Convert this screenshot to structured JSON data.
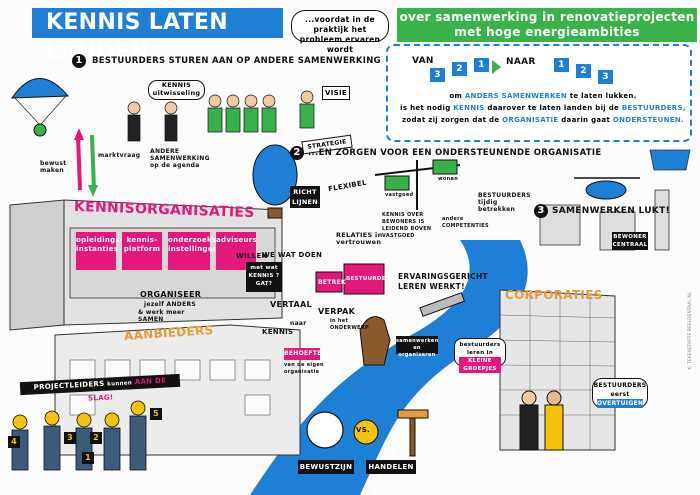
{
  "header": {
    "title": "KENNIS LATEN LANDEN",
    "note": "...voordat in de praktijk het probleem ervaren wordt",
    "subtitle_line1": "over samenwerking in renovatieprojecten",
    "subtitle_line2": "met hoge energieambities"
  },
  "section1": {
    "number": "1",
    "heading": "BESTUURDERS STUREN AAN OP ANDERE SAMENWERKING",
    "kennis_uitwisseling": "KENNIS uitwisseling",
    "andere_samenwerking": "ANDERE SAMENWERKING op de agenda",
    "visie": "VISIE",
    "strategie": "STRATEGIE",
    "bewust_maken": "bewust maken",
    "marktvraag": "marktvraag"
  },
  "van_naar": {
    "van_label": "VAN",
    "naar_label": "NAAR",
    "van_steps": [
      "3",
      "2",
      "1"
    ],
    "naar_steps": [
      "1",
      "2",
      "3"
    ],
    "line1_pre": "om",
    "line1_highlight": "ANDERS SAMENWERKEN",
    "line1_post": "te laten lukken.",
    "line2_pre": "is het nodig",
    "line2_highlight1": "KENNIS",
    "line2_mid": "daarover te laten landen bij de",
    "line2_highlight2": "BESTUURDERS,",
    "line3_pre": "zodat zij zorgen dat de",
    "line3_highlight1": "ORGANISATIE",
    "line3_mid": "daarin gaat",
    "line3_highlight2": "ONDERSTEUNEN."
  },
  "section2": {
    "number": "2",
    "heading": "...EN ZORGEN VOOR EEN ONDERSTEUNENDE ORGANISATIE",
    "richtlijnen": "RICHT LIJNEN",
    "flexibel": "FLEXIBEL",
    "relaties": "RELATIES in vertrouwen",
    "kennis_bewoners": "KENNIS OVER BEWONERS IS LEIDEND BOVEN VASTGOED",
    "vastgoed": "vastgoed",
    "wonen": "wonen",
    "andere_competenties": "andere COMPETENTIES",
    "bestuurders_betrekken": "BESTUURDERS tijdig betrekken"
  },
  "section3": {
    "number": "3",
    "heading": "SAMENWERKEN LUKT!",
    "bewoner_centraal": "BEWONER CENTRAAL"
  },
  "kennisorganisaties": {
    "title": "KENNISORGANISATIES",
    "cards": [
      "opleidings-instanties",
      "kennis-platform",
      "onderzoeks-instellingen",
      "adviseurs"
    ],
    "willen": "WILLEN",
    "we_wat_doen": "WE WAT DOEN",
    "wat_kennis": "met wat KENNIS ?GAT?",
    "organiseer": "ORGANISEER",
    "jezelf_anders": "jezelf ANDERS",
    "werk_meer_samen": "& werk meer SAMEN",
    "betrek": "BETREK",
    "bestuurders": "BESTUURDERS"
  },
  "center": {
    "vertaal": "VERTAAL",
    "kennis": "KENNIS",
    "naar": "naar",
    "behoeften": "BEHOEFTEN",
    "van_de_eigen": "van de eigen organisatie",
    "verpak": "VERPAK",
    "in_het_onderwerp": "in het ONDERWERP",
    "samenwerken_en_organiseren": "samenwerken en organiseren",
    "ervaringsgericht": "ERVARINGSGERICHT LEREN WERKT!",
    "bestuurders_leren": "bestuurders leren in",
    "kleine_groepjes": "KLEINE GROEPJES"
  },
  "bottom": {
    "aanbieders": "AANBIEDERS",
    "projectleiders_pre": "PROJECTLEIDERS",
    "projectleiders_mid": "kunnen",
    "projectleiders_highlight": "AAN DE SLAG!",
    "corporaties": "CORPORATIES",
    "bestuurders_eerst": "BESTUURDERS eerst",
    "overtuigen": "OVERTUIGEN",
    "vs": "VS.",
    "bewustzijn": "BEWUSTZIJN",
    "handelen": "HANDELEN",
    "worker_numbers": [
      "4",
      "3",
      "2",
      "1",
      "5"
    ],
    "credit": "© TEKENSTAPTE BEELDENTAAL.NL"
  },
  "colors": {
    "blue": "#1e7fd6",
    "green": "#3ab24a",
    "pink": "#e4187a",
    "yellow": "#f4c20d",
    "black": "#111111"
  }
}
